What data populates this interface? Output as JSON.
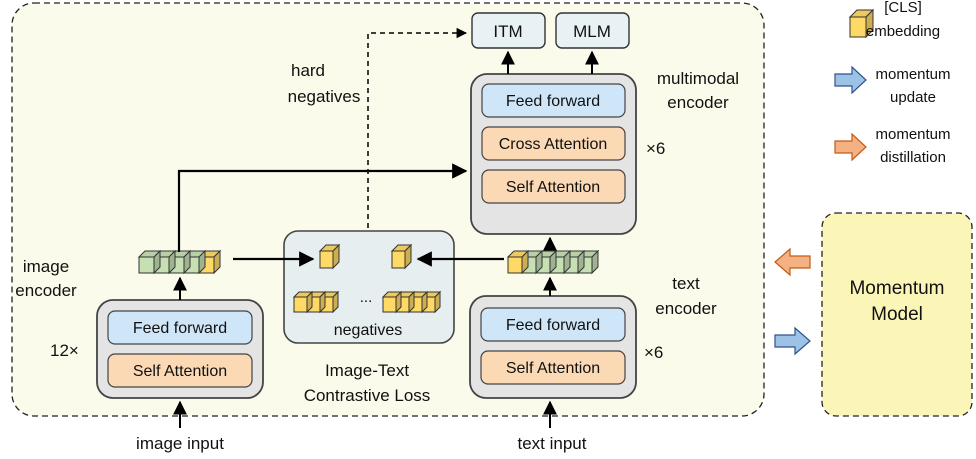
{
  "outputs": {
    "itm": "ITM",
    "mlm": "MLM"
  },
  "multimodal": {
    "label_line1": "multimodal",
    "label_line2": "encoder",
    "repeat": "×6",
    "feed_forward": "Feed forward",
    "cross_attention": "Cross Attention",
    "self_attention": "Self Attention"
  },
  "hard_negatives": {
    "line1": "hard",
    "line2": "negatives"
  },
  "image_encoder": {
    "label_line1": "image",
    "label_line2": "encoder",
    "repeat": "12×",
    "feed_forward": "Feed forward",
    "self_attention": "Self Attention"
  },
  "text_encoder": {
    "label_line1": "text",
    "label_line2": "encoder",
    "repeat": "×6",
    "feed_forward": "Feed forward",
    "self_attention": "Self Attention"
  },
  "contrastive": {
    "ellipsis": "...",
    "negatives": "negatives",
    "caption_line1": "Image-Text",
    "caption_line2": "Contrastive Loss"
  },
  "inputs": {
    "image": "image input",
    "text": "text input"
  },
  "legend": {
    "cls_line1": "[CLS]",
    "cls_line2": "embedding",
    "update_line1": "momentum",
    "update_line2": "update",
    "distill_line1": "momentum",
    "distill_line2": "distillation"
  },
  "momentum_model": {
    "line1": "Momentum",
    "line2": "Model"
  },
  "colors": {
    "main_bg": "#fbfbec",
    "momentum_bg": "#fbf6b8",
    "feed_forward": "#cfe6f8",
    "attention": "#fbd9b4",
    "encoder_box": "#e4e4e4",
    "output_box": "#e8f1f4",
    "contrastive_box": "#e6eef0",
    "token_green": "#c6e0b4",
    "token_yellow": "#ffd966",
    "arrow_blue": "#9cc3e6",
    "arrow_orange": "#f4b183"
  }
}
